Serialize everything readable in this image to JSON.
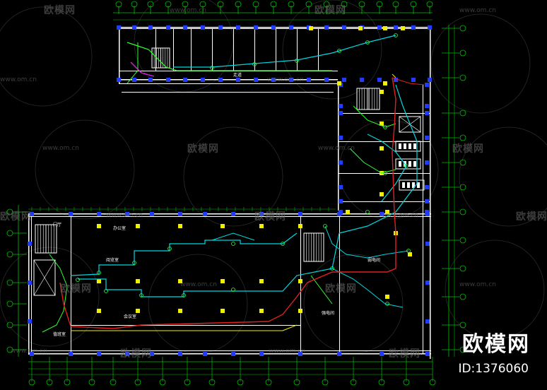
{
  "drawing": {
    "background": "#000000",
    "colors": {
      "axis": "#00c000",
      "wall": "#ffffff",
      "column_blue": "#1f3cff",
      "column_yellow": "#f0f000",
      "cable_cyan": "#00d8e0",
      "cable_green": "#30ff30",
      "cable_red": "#e02020",
      "cable_magenta": "#e020e0",
      "watermark": "#6d6d6d"
    },
    "room_labels": [
      "阅览室",
      "办公室",
      "值班室",
      "强电间",
      "弱电间",
      "走道",
      "门厅",
      "会议室"
    ]
  },
  "watermarks": {
    "brand": "欧模网",
    "url": "www.om.cn"
  },
  "logo": {
    "brand": "欧模网",
    "image_id": "ID:1376060"
  }
}
